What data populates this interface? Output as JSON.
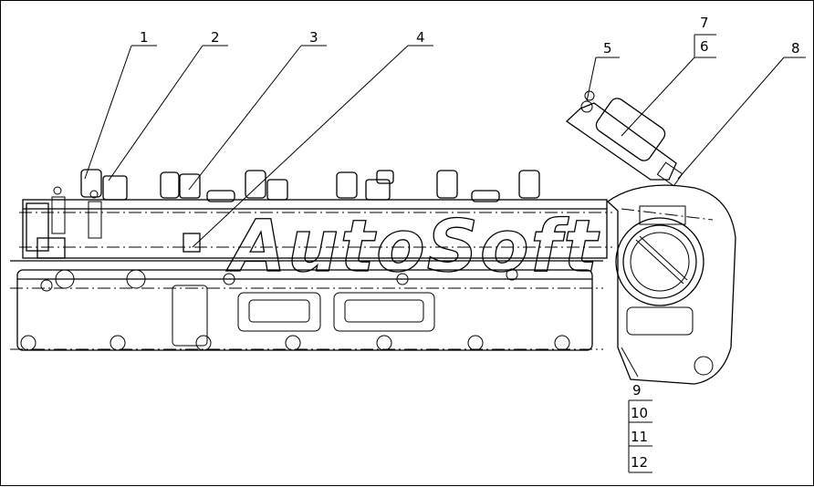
{
  "diagram": {
    "watermark": "AutoSoft",
    "callouts": [
      "1",
      "2",
      "3",
      "4",
      "5",
      "6",
      "7",
      "8",
      "9",
      "10",
      "11",
      "12"
    ]
  }
}
